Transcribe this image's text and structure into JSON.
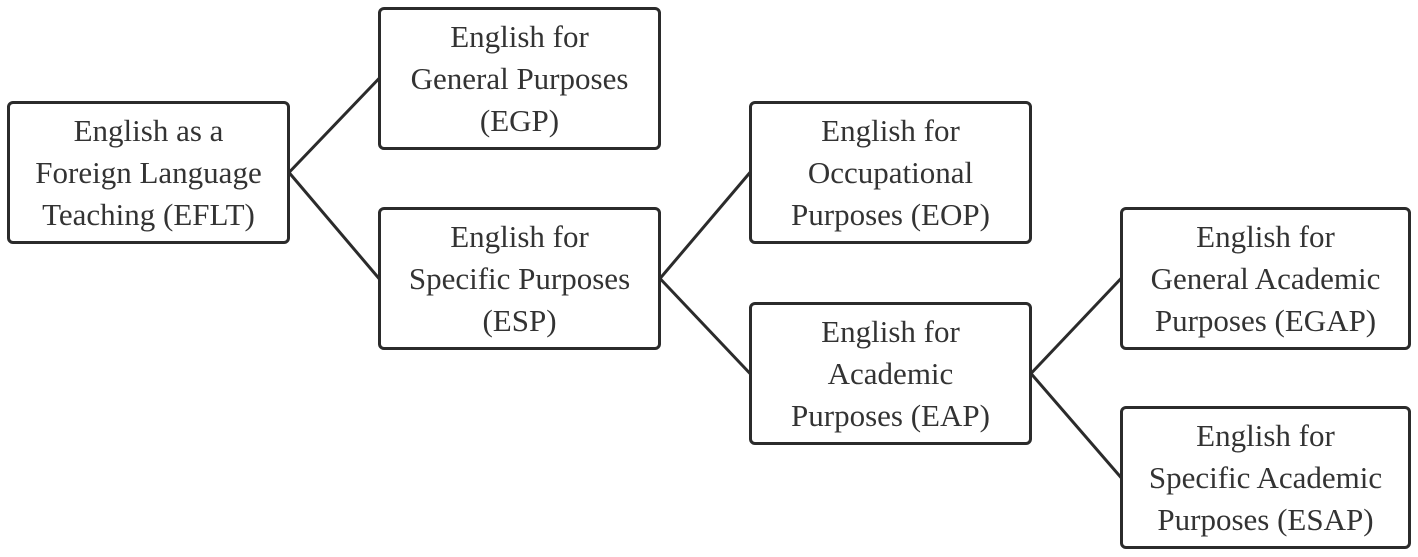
{
  "diagram": {
    "type": "tree",
    "nodes": [
      {
        "id": "eflt",
        "lines": [
          "English as a",
          "Foreign Language",
          "Teaching (EFLT)"
        ]
      },
      {
        "id": "egp",
        "lines": [
          "English for",
          "General Purposes",
          "(EGP)"
        ]
      },
      {
        "id": "esp",
        "lines": [
          "English for",
          "Specific Purposes",
          "(ESP)"
        ]
      },
      {
        "id": "eop",
        "lines": [
          "English for",
          "Occupational",
          "Purposes (EOP)"
        ]
      },
      {
        "id": "eap",
        "lines": [
          "English for",
          "Academic",
          "Purposes (EAP)"
        ]
      },
      {
        "id": "egap",
        "lines": [
          "English for",
          "General Academic",
          "Purposes (EGAP)"
        ]
      },
      {
        "id": "esap",
        "lines": [
          "English for",
          "Specific Academic",
          "Purposes (ESAP)"
        ]
      }
    ],
    "edges": [
      {
        "from": "eflt",
        "to": "egp"
      },
      {
        "from": "eflt",
        "to": "esp"
      },
      {
        "from": "esp",
        "to": "eop"
      },
      {
        "from": "esp",
        "to": "eap"
      },
      {
        "from": "eap",
        "to": "egap"
      },
      {
        "from": "eap",
        "to": "esap"
      }
    ],
    "colors": {
      "border": "#2b2b2b",
      "text": "#333333",
      "background": "#ffffff"
    }
  }
}
